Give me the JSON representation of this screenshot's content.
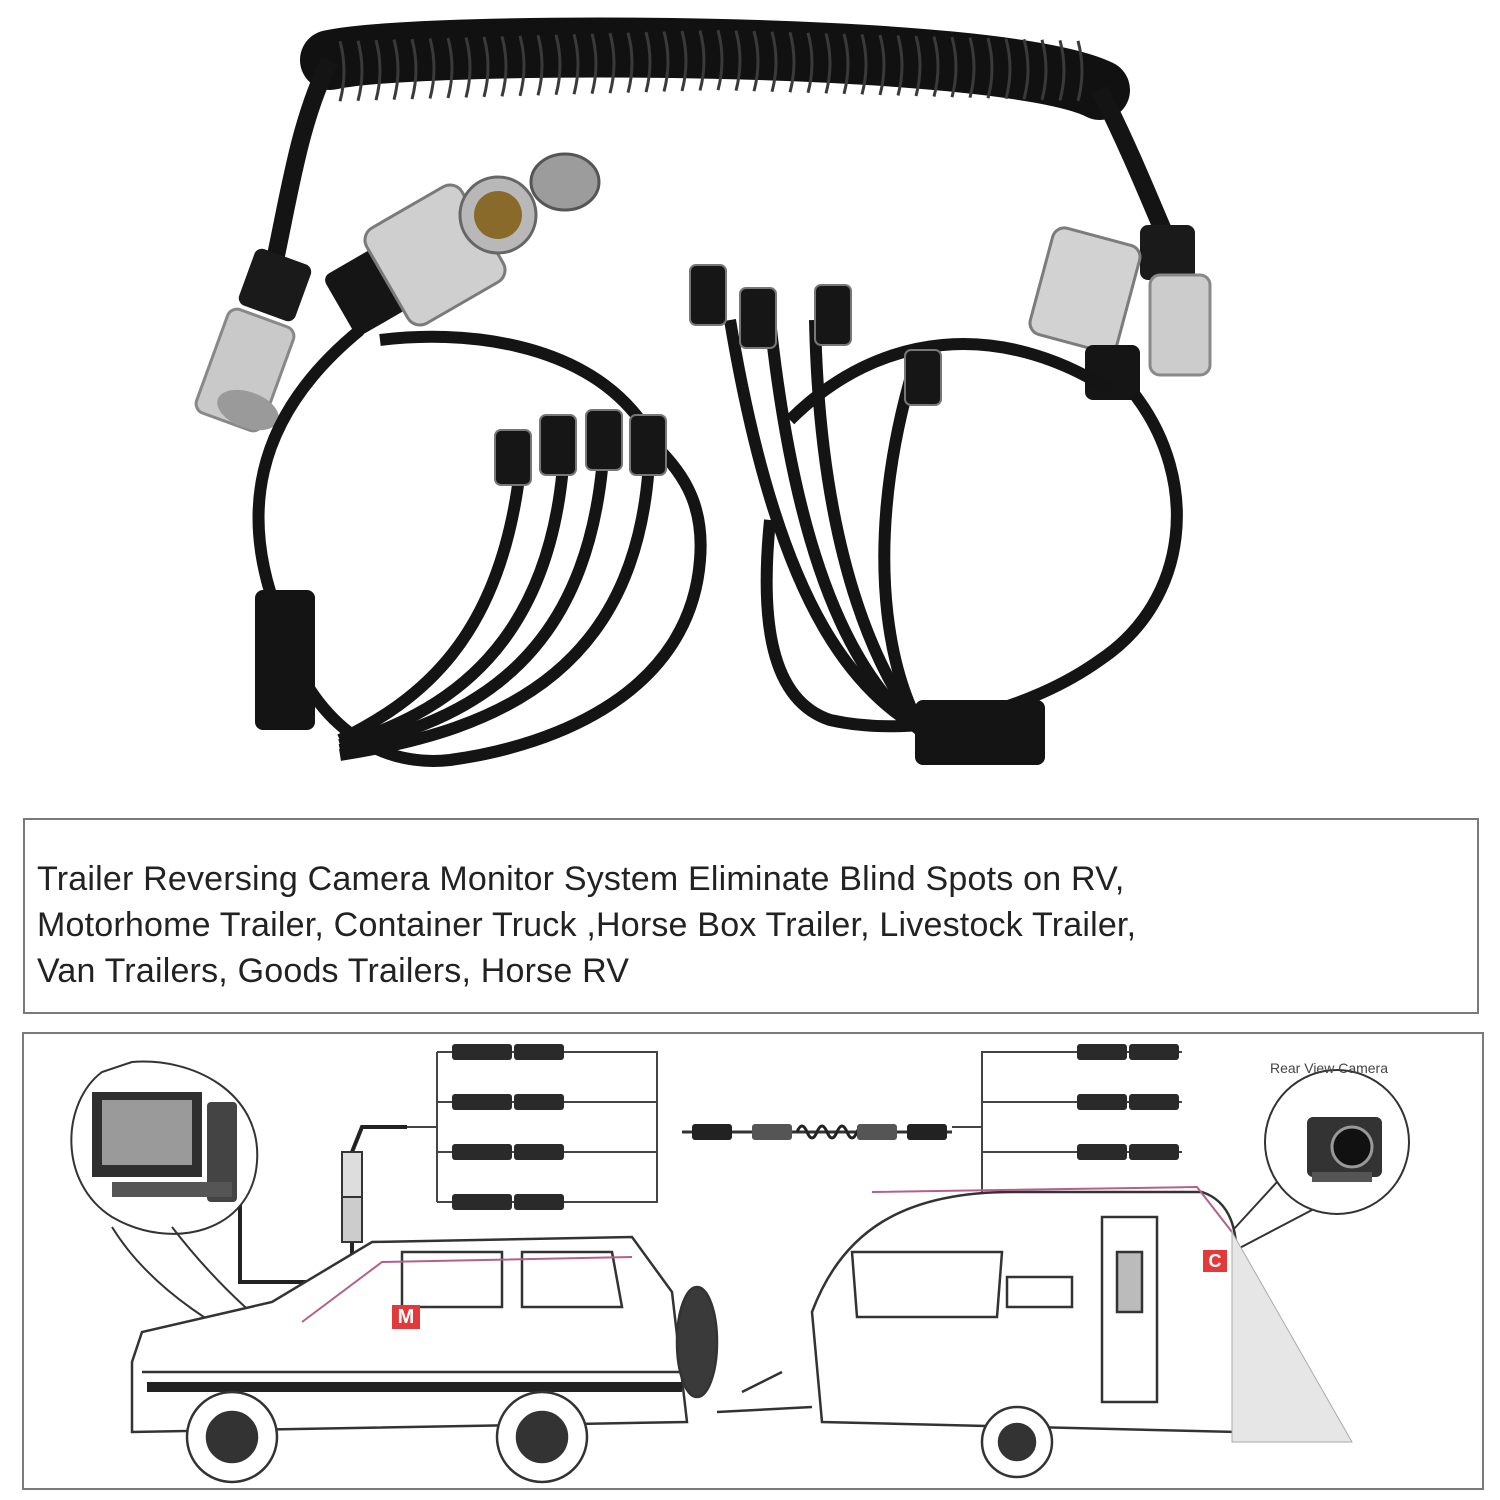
{
  "caption": {
    "line1": "Trailer Reversing Camera Monitor System Eliminate Blind Spots on RV,",
    "line2": "Motorhome Trailer, Container Truck ,Horse Box Trailer, Livestock Trailer,",
    "line3": "Van Trailers, Goods  Trailers, Horse  RV"
  },
  "diagram": {
    "camera_label": "Rear View Camera",
    "monitor_marker": "M",
    "camera_marker": "C"
  },
  "colors": {
    "marker_red": "#e23a3a",
    "cable_black": "#161616",
    "trace_pink": "#b5608a",
    "border_gray": "#7a7a7a"
  },
  "icons": [
    "monitor-icon",
    "rear-view-camera-icon",
    "connector-icon",
    "coiled-cable-icon",
    "car-icon",
    "caravan-icon"
  ]
}
